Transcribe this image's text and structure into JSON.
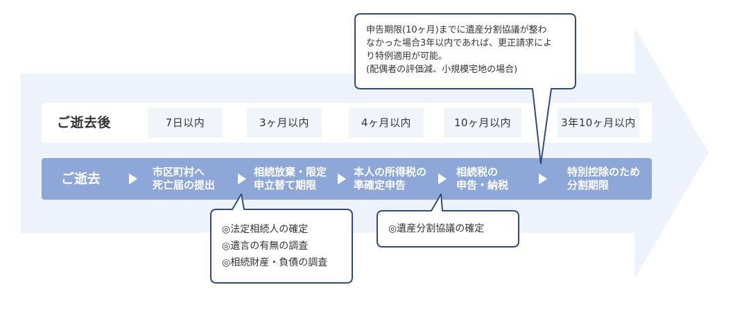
{
  "colors": {
    "arrow_bg": "#eef2fb",
    "process_bar": "#8ea7d9",
    "bubble_border": "#2f4a80"
  },
  "timeline": {
    "head": "ご逝去後",
    "cells": [
      "7日以内",
      "3ヶ月以内",
      "4ヶ月以内",
      "10ヶ月以内",
      "3年10ヶ月以内"
    ]
  },
  "process": {
    "head": "ご逝去",
    "steps": [
      "市区町村へ\n死亡届の提出",
      "相続放棄・限定\n申立替て期限",
      "本人の所得税の\n準確定申告",
      "相続税の\n申告・納税",
      "特別控除のため\n分割期限"
    ]
  },
  "callouts": {
    "top": "申告期限(10ヶ月)までに遺産分割協議が整わ\nなかった場合3年以内であれば、更正請求によ\nり特例適用が可能。\n(配偶者の評価減、小規模宅地の場合)",
    "bottom_left": "◎法定相続人の確定\n◎遺言の有無の調査\n◎相続財産・負債の調査",
    "bottom_right": "◎遺産分割協議の確定"
  }
}
